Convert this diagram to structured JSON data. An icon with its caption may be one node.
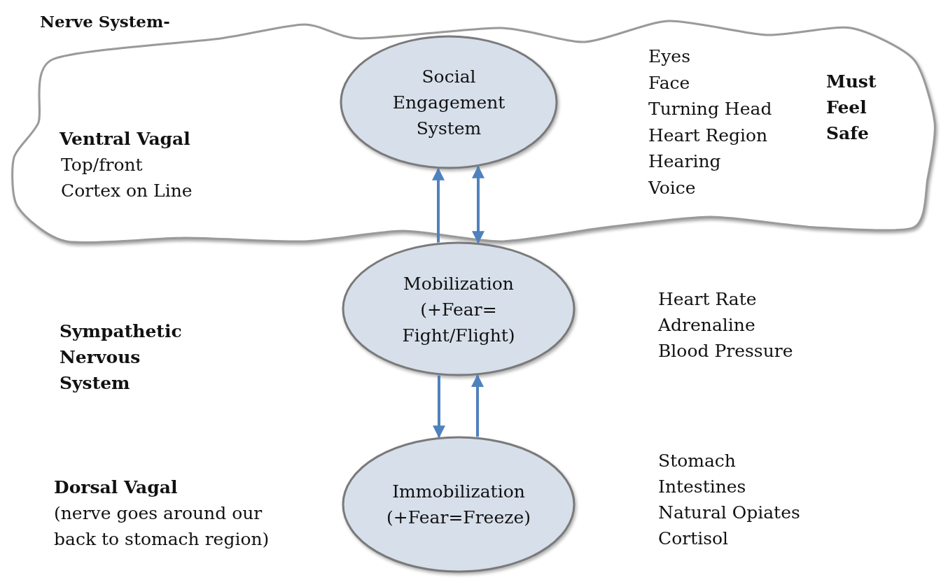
{
  "diagram": {
    "title": "Nerve System-",
    "nodes": [
      {
        "text": [
          "Ventral Vagal",
          "Top/front",
          "Cortex on Line",
          "Eyes",
          "Face",
          "Turning Head",
          "Heart Region",
          "Hearing",
          "Voice",
          "Must Feel Safe"
        ]
      },
      {
        "text": [
          "Social Engagement System"
        ],
        "in": 0
      },
      {
        "text": [
          "Mobilization (+Fear= Fight/Flight)"
        ]
      },
      {
        "text": [
          "Immobilization (+Fear=Freeze)"
        ]
      }
    ],
    "edges": [
      {
        "from": 2,
        "to": 1,
        "arrow": "to"
      },
      {
        "from": 1,
        "to": 2,
        "arrow": "both"
      },
      {
        "from": 2,
        "to": 3,
        "arrow": "to"
      },
      {
        "from": 3,
        "to": 2,
        "arrow": "to"
      }
    ],
    "labels": [
      "Sympathetic Nervous System",
      "Heart Rate",
      "Adrenaline",
      "Blood Pressure",
      "Dorsal Vagal",
      "(nerve goes around our back to stomach region)",
      "Stomach",
      "Intestines",
      "Natural Opiates",
      "Cortisol"
    ]
  }
}
